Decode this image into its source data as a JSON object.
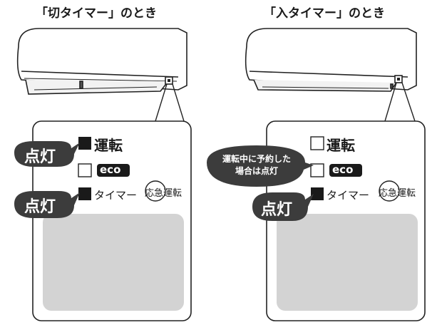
{
  "left_panel": {
    "title": "「切タイマー」のとき",
    "badge_on_1": "点灯",
    "badge_on_2": "点灯",
    "label_unten": "運転",
    "label_eco": "eco",
    "label_timer": "タイマー",
    "label_emergency": "応急運転"
  },
  "right_panel": {
    "title": "「入タイマー」のとき",
    "badge_note": [
      "運転中に予約した",
      "場合は点灯"
    ],
    "badge_on": "点灯",
    "label_unten": "運転",
    "label_eco": "eco",
    "label_timer": "タイマー",
    "label_emergency": "応急運転"
  },
  "colors": {
    "bubble": "#3c3c3c",
    "lamp_on": "#1a1a1a",
    "screen": "#d3d3d3",
    "line": "#222222"
  }
}
